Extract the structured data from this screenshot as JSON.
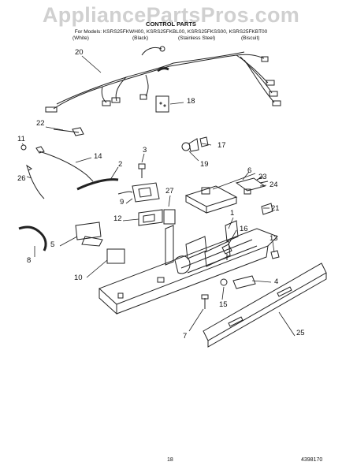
{
  "header": {
    "title": "CONTROL PARTS",
    "models": "For Models: KSRS25FKWH00, KSRS25FKBL00, KSRS25FKSS00, KSRS25FKBT00",
    "finishes": [
      "(White)",
      "(Black)",
      "(Stainless Steel)",
      "(Biscuit)"
    ]
  },
  "watermark": "AppliancePartsPros.com",
  "callouts": [
    "1",
    "2",
    "3",
    "4",
    "5",
    "6",
    "7",
    "8",
    "9",
    "10",
    "11",
    "12",
    "13",
    "14",
    "15",
    "16",
    "17",
    "18",
    "19",
    "20",
    "21",
    "22",
    "23",
    "24",
    "25",
    "26",
    "27"
  ],
  "footer": {
    "page_number": "18",
    "doc_number": "4398170"
  },
  "colors": {
    "line": "#222222",
    "watermark": "#969696"
  }
}
